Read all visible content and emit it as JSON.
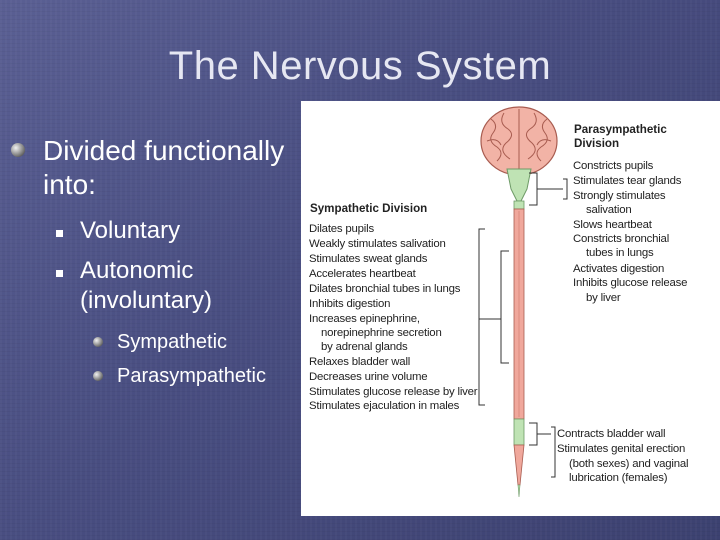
{
  "slide": {
    "title": "The Nervous System",
    "bullet1": "Divided functionally into:",
    "sub_bullets": [
      "Voluntary",
      "Autonomic (involuntary)"
    ],
    "subsub_bullets": [
      "Sympathetic",
      "Parasympathetic"
    ]
  },
  "figure": {
    "sympathetic": {
      "heading": "Sympathetic Division",
      "items": [
        "Dilates pupils",
        "Weakly stimulates salivation",
        "Stimulates sweat glands",
        "Accelerates heartbeat",
        "Dilates bronchial tubes in lungs",
        "Inhibits digestion",
        "Increases epinephrine,",
        "norepinephrine secretion",
        "by adrenal glands",
        "Relaxes bladder wall",
        "Decreases urine volume",
        "Stimulates glucose release by liver",
        "Stimulates ejaculation in males"
      ]
    },
    "parasympathetic": {
      "heading_line1": "Parasympathetic",
      "heading_line2": "Division",
      "upper_items": [
        "Constricts pupils",
        "Stimulates tear glands",
        "Strongly stimulates",
        "salivation",
        "Slows heartbeat",
        "Constricts bronchial",
        "tubes in lungs",
        "Activates digestion",
        "Inhibits glucose release",
        "by liver"
      ],
      "lower_items": [
        "Contracts bladder wall",
        "Stimulates genital erection",
        "(both sexes) and vaginal",
        "lubrication (females)"
      ]
    },
    "colors": {
      "brain": "#f2b3a6",
      "parasympathetic_cord": "#bfe3b4",
      "sympathetic_cord": "#f0a89c"
    }
  }
}
